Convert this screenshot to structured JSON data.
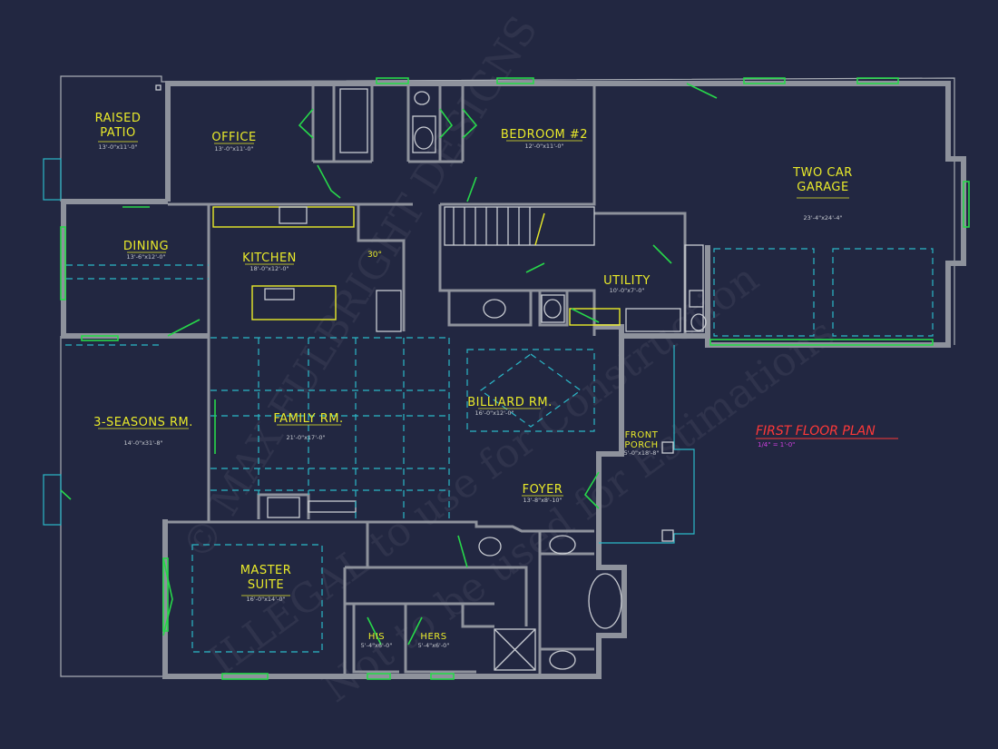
{
  "plan": {
    "title": "FIRST FLOOR PLAN",
    "scale": "1/4\" = 1'-0\"",
    "kitchen_angle": "30°"
  },
  "rooms": {
    "raised_patio": {
      "name": "RAISED PATIO",
      "dims": "13'-0\"x11'-0\""
    },
    "office": {
      "name": "OFFICE",
      "dims": "13'-0\"x11'-0\""
    },
    "bedroom2": {
      "name": "BEDROOM #2",
      "dims": "12'-0\"x11'-0\""
    },
    "garage": {
      "name": "TWO CAR GARAGE",
      "dims": "23'-4\"x24'-4\""
    },
    "dining": {
      "name": "DINING",
      "dims": "13'-6\"x12'-0\""
    },
    "kitchen": {
      "name": "KITCHEN",
      "dims": "18'-0\"x12'-0\""
    },
    "utility": {
      "name": "UTILITY",
      "dims": "10'-0\"x7'-0\""
    },
    "seasons": {
      "name": "3-SEASONS RM.",
      "dims": "14'-0\"x31'-8\""
    },
    "family": {
      "name": "FAMILY RM.",
      "dims": "21'-0\"x17'-0\""
    },
    "billiard": {
      "name": "BILLIARD RM.",
      "dims": "16'-0\"x12'-0\""
    },
    "front_porch": {
      "name": "FRONT PORCH",
      "dims": "5'-0\"x18'-8\""
    },
    "foyer": {
      "name": "FOYER",
      "dims": "13'-8\"x8'-10\""
    },
    "master": {
      "name": "MASTER SUITE",
      "dims": "16'-0\"x14'-0\""
    },
    "his": {
      "name": "HIS",
      "dims": "5'-4\"x6'-0\""
    },
    "hers": {
      "name": "HERS",
      "dims": "5'-4\"x6'-0\""
    }
  },
  "watermarks": [
    "© MAX FULBRIGHT DESIGNS",
    "ILLEGAL to use for Construction",
    "Not to be used for Estimations"
  ],
  "colors": {
    "background": "#222741",
    "walls": "#8e929c",
    "dashed": "#2bb8c8",
    "doors": "#27d84a",
    "labels": "#e9ea2a",
    "title": "#ff3838",
    "scale": "#d040e0"
  }
}
